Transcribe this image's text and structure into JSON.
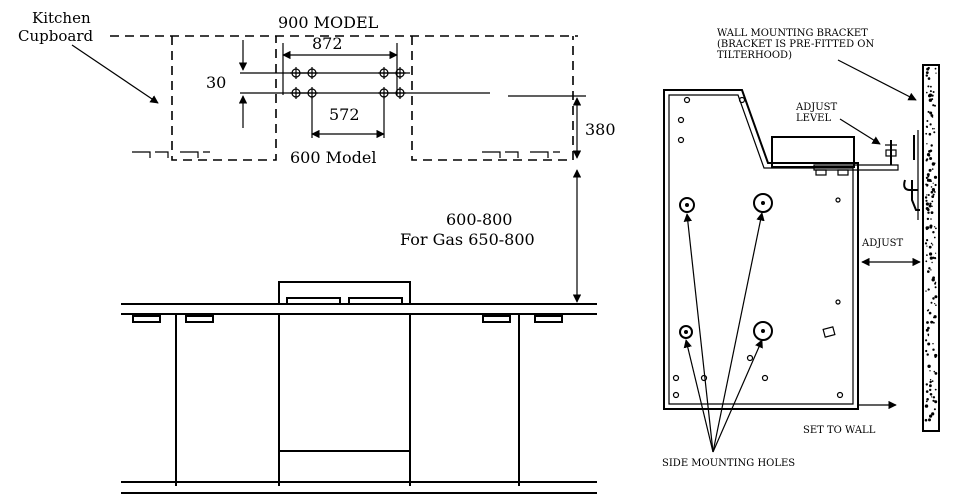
{
  "left_diagram": {
    "cupboard_label_line1": "Kitchen",
    "cupboard_label_line2": "Cupboard",
    "model_900_label": "900 MODEL",
    "dim_872": "872",
    "dim_30": "30",
    "dim_572": "572",
    "dim_380": "380",
    "model_600_label": "600 Model",
    "height_range": "600-800",
    "gas_range": "For Gas 650-800"
  },
  "right_diagram": {
    "bracket_label_line1": "WALL MOUNTING BRACKET",
    "bracket_label_line2": "(BRACKET IS PRE-FITTED ON",
    "bracket_label_line3": "TILTERHOOD)",
    "adjust_level_line1": "ADJUST",
    "adjust_level_line2": "LEVEL",
    "adjust_label": "ADJUST",
    "set_to_wall": "SET TO WALL",
    "side_holes": "SIDE MOUNTING HOLES"
  },
  "colors": {
    "ink": "#000000",
    "background": "#ffffff"
  }
}
